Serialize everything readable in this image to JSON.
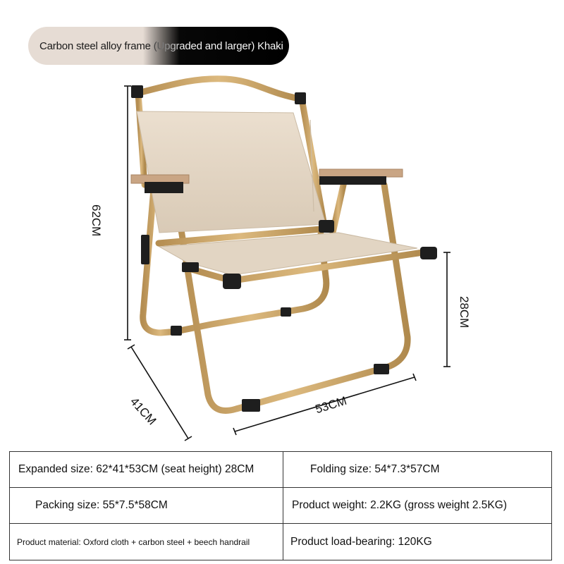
{
  "banner": {
    "title": "Carbon steel alloy frame (Upgraded and larger) Khaki"
  },
  "dimensions": {
    "height": "62CM",
    "seat_height": "28CM",
    "depth": "41CM",
    "width": "53CM"
  },
  "specs": {
    "expanded_size": "Expanded size: 62*41*53CM (seat height) 28CM",
    "folding_size": "Folding size: 54*7.3*57CM",
    "packing_size": "Packing size: 55*7.5*58CM",
    "product_weight": "Product weight: 2.2KG (gross weight 2.5KG)",
    "product_material": "Product material: Oxford cloth + carbon steel + beech handrail",
    "load_bearing": "Product load-bearing: 120KG"
  },
  "colors": {
    "fabric": "#e4d7c6",
    "frame": "#caa56a",
    "armrest": "#c9a584",
    "joint": "#1e1e1e"
  }
}
